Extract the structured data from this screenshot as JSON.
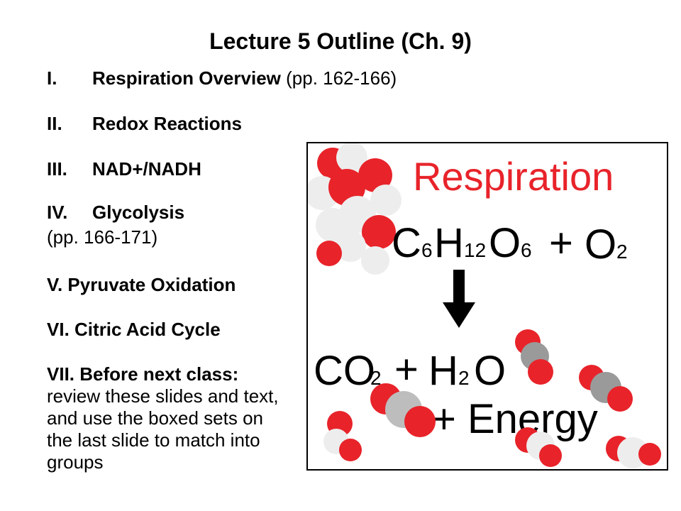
{
  "slide": {
    "title": "Lecture 5 Outline (Ch. 9)",
    "outline": [
      {
        "num": "I.",
        "label": "Respiration Overview",
        "detail": " (pp. 162-166)"
      },
      {
        "num": "II.",
        "label": "Redox Reactions"
      },
      {
        "num": "III.",
        "label": "NAD+/NADH"
      },
      {
        "num": "IV.",
        "label": "Glycolysis",
        "sub": "(pp. 166-171)"
      },
      {
        "num": "V.",
        "label": "Pyruvate Oxidation"
      },
      {
        "num": "VI.",
        "label": "Citric Acid Cycle"
      },
      {
        "num": "VII.",
        "label": "Before next class:",
        "body": "review these slides and text, and use the boxed sets on the last slide to match into groups"
      }
    ]
  },
  "figure": {
    "heading": "Respiration",
    "reactant_c": "C",
    "reactant_c_sub": "6",
    "reactant_h": "H",
    "reactant_h_sub": "12",
    "reactant_o": "O",
    "reactant_o_sub": "6",
    "plus_1": "+",
    "oxygen": "O",
    "oxygen_sub": "2",
    "product_co": "CO",
    "product_co_sub": "2",
    "plus_2": "+",
    "product_h": "H",
    "product_h_sub": "2",
    "product_o": "O",
    "energy": "+ Energy",
    "colors": {
      "heading": "#e8232a",
      "oxygen_atom": "#e8232a",
      "hydrogen_atom": "#ededed",
      "carbon_atom": "#9a9a9a",
      "formula": "#000000"
    }
  }
}
